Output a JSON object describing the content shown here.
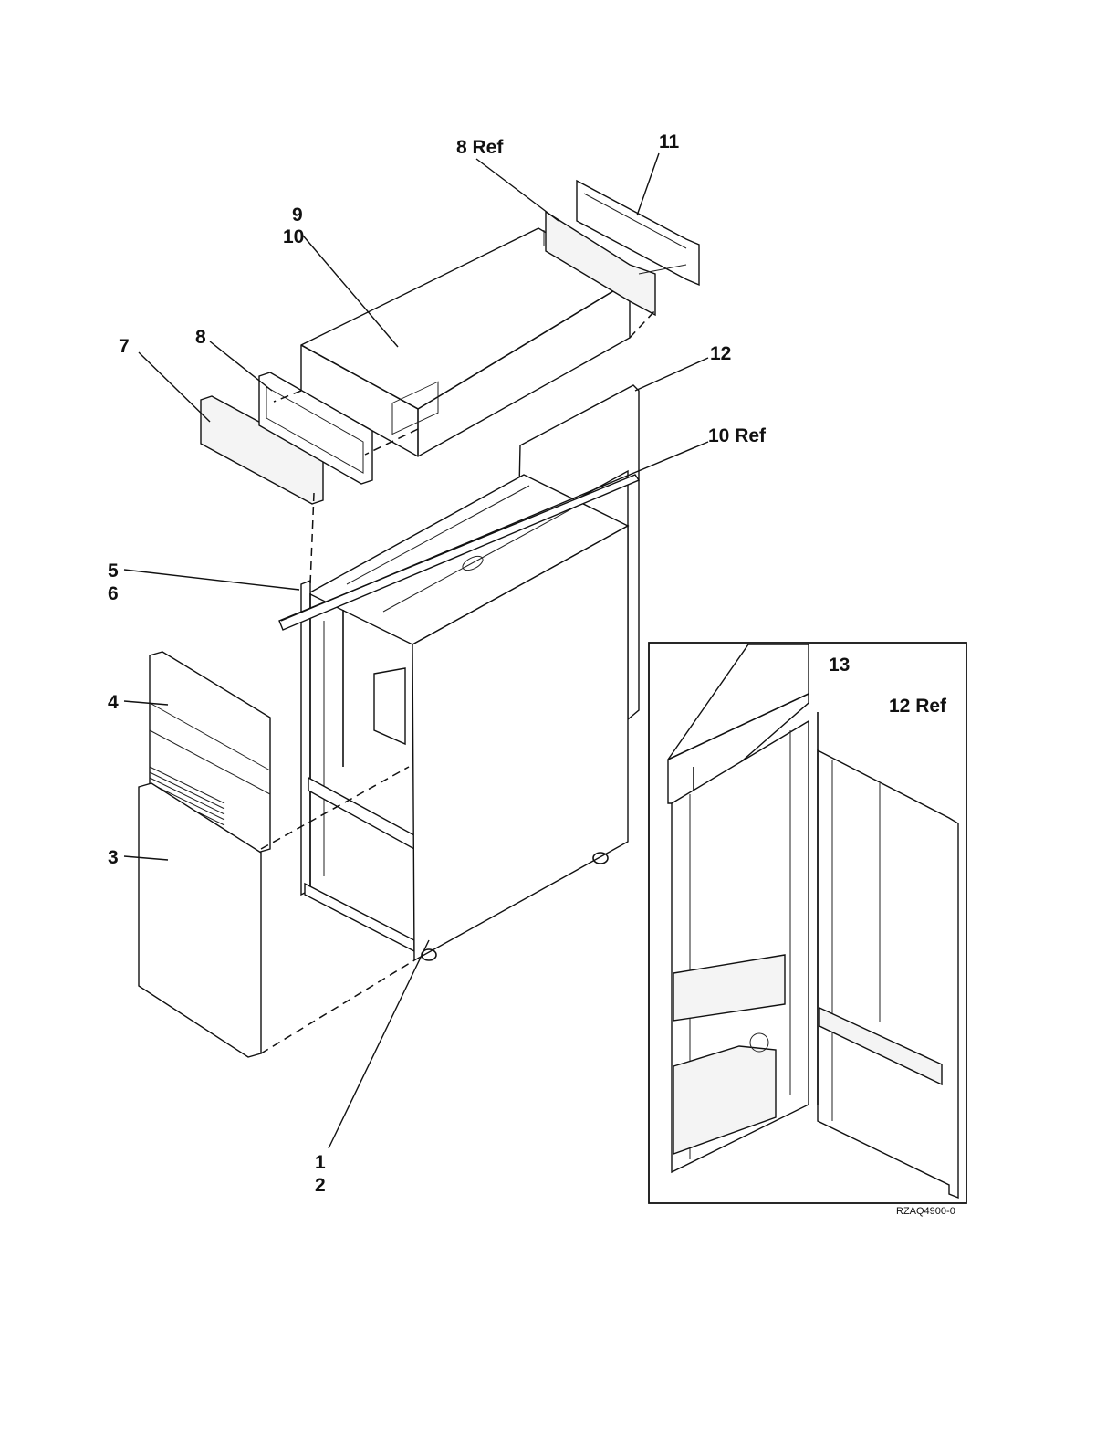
{
  "figure": {
    "id_label": "RZAQ4900-0",
    "callouts": {
      "c1": "1",
      "c2": "2",
      "c3": "3",
      "c4": "4",
      "c5": "5",
      "c6": "6",
      "c7": "7",
      "c8": "8",
      "c8ref": "8 Ref",
      "c9": "9",
      "c10": "10",
      "c10ref": "10 Ref",
      "c11": "11",
      "c12": "12",
      "c12ref": "12 Ref",
      "c13": "13"
    }
  },
  "colors": {
    "line": "#111111",
    "panel_fill": "#f4f4f4",
    "background": "#ffffff"
  }
}
